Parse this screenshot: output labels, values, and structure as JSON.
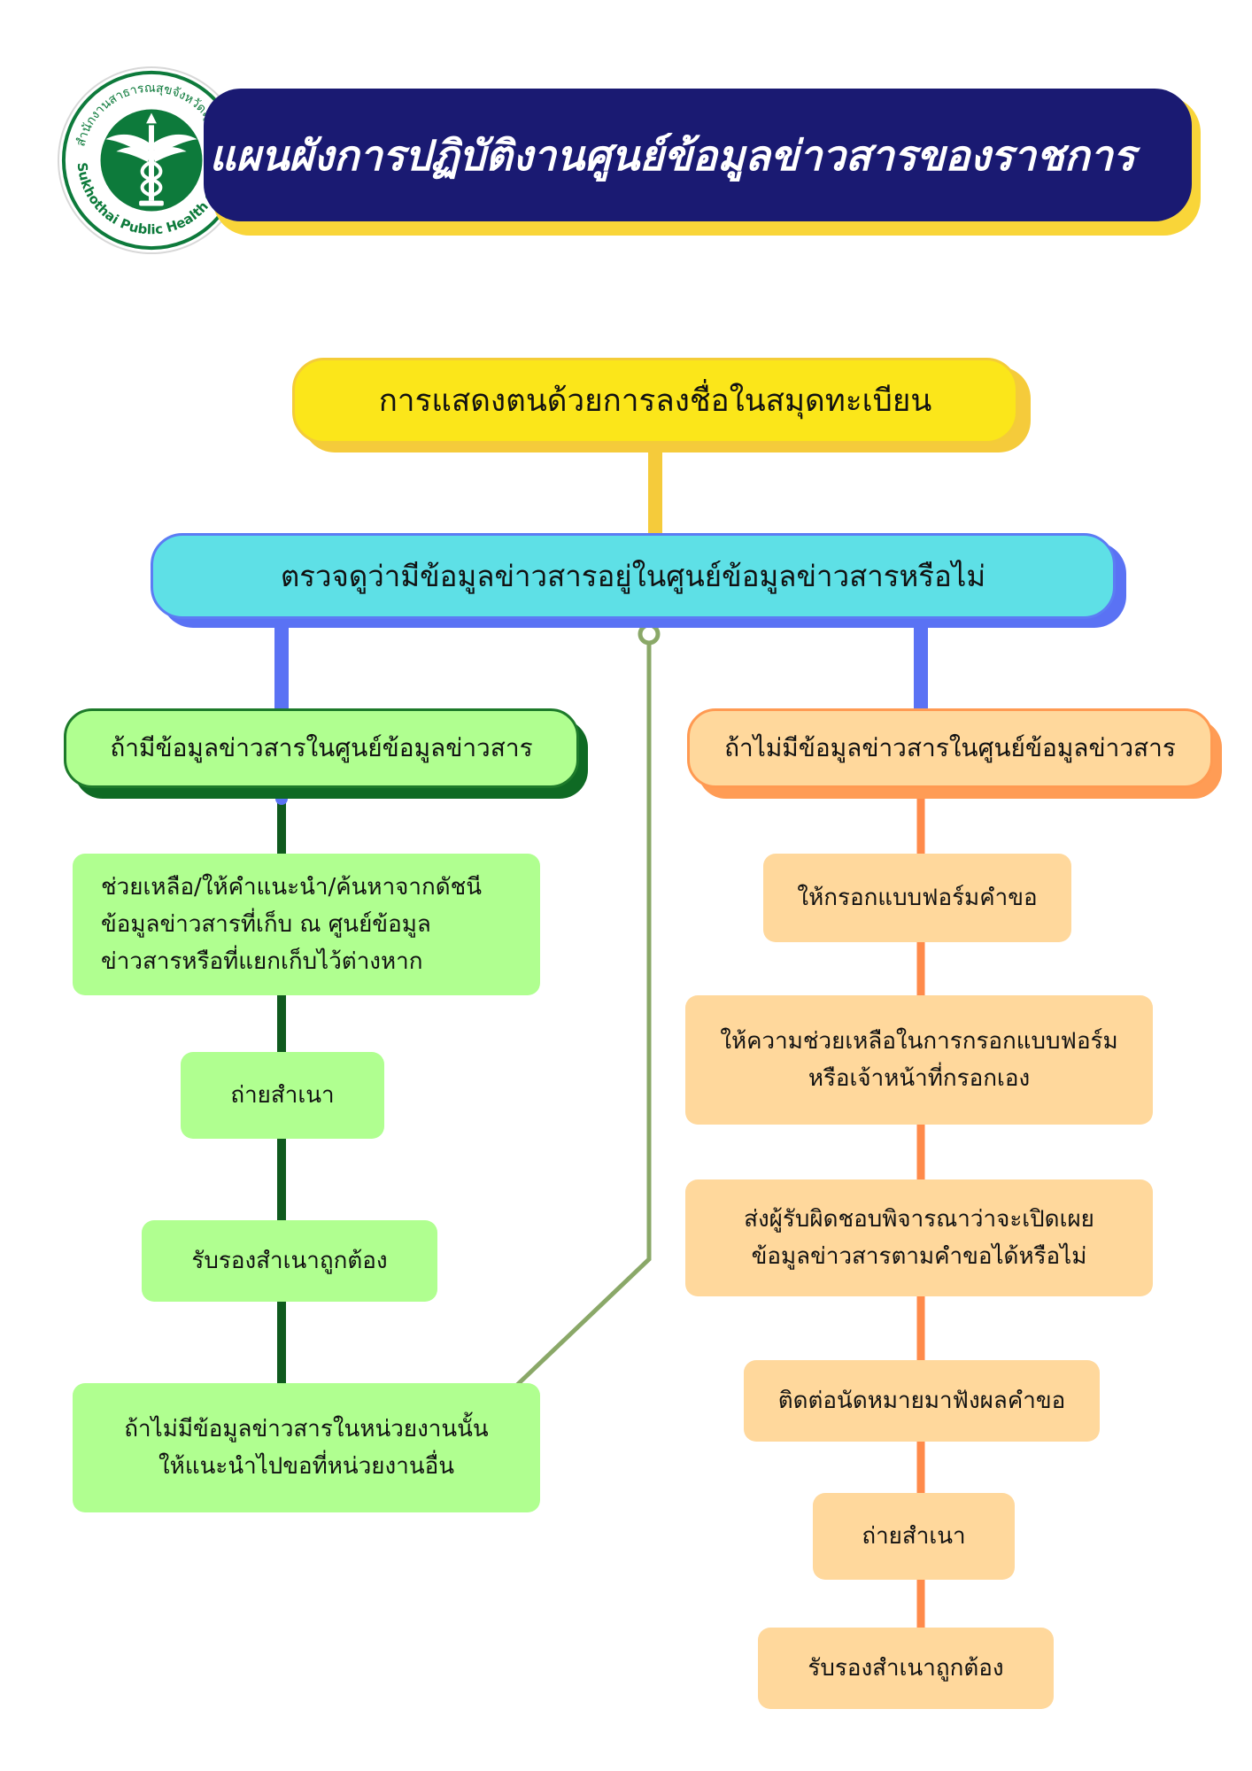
{
  "header": {
    "title": "แผนผังการปฏิบัติงานศูนย์ข้อมูลข่าวสารของราชการ",
    "logo_text_top": "สำนักงานสาธารณสุขจังหวัดสุโขทัย",
    "logo_text_bottom": "Sukhothai Public Health Office"
  },
  "colors": {
    "navy": "#1a1a72",
    "yellow": "#fbe61a",
    "cyan": "#5ee0e6",
    "blue": "#5a72f4",
    "green_light": "#b0ff90",
    "green_dark": "#0f6a24",
    "orange_light": "#ffd89c",
    "orange": "#ff9c55",
    "olive_line": "#8aa868"
  },
  "nodes": {
    "start": "การแสดงตนด้วยการลงชื่อในสมุดทะเบียน",
    "check": "ตรวจดูว่ามีข้อมูลข่าวสารอยู่ในศูนย์ข้อมูลข่าวสารหรือไม่",
    "yes_branch": "ถ้ามีข้อมูลข่าวสารในศูนย์ข้อมูลข่าวสาร",
    "no_branch": "ถ้าไม่มีข้อมูลข่าวสารในศูนย์ข้อมูลข่าวสาร",
    "left_steps": [
      "ช่วยเหลือ/ให้คำแนะนำ/ค้นหาจากดัชนี\nข้อมูลข่าวสารที่เก็บ ณ ศูนย์ข้อมูล\nข่าวสารหรือที่แยกเก็บไว้ต่างหาก",
      "ถ่ายสำเนา",
      "รับรองสำเนาถูกต้อง",
      "ถ้าไม่มีข้อมูลข่าวสารในหน่วยงานนั้น\nให้แนะนำไปขอที่หน่วยงานอื่น"
    ],
    "right_steps": [
      "ให้กรอกแบบฟอร์มคำขอ",
      "ให้ความช่วยเหลือในการกรอกแบบฟอร์ม\nหรือเจ้าหน้าที่กรอกเอง",
      "ส่งผู้รับผิดชอบพิจารณาว่าจะเปิดเผย\nข้อมูลข่าวสารตามคำขอได้หรือไม่",
      "ติดต่อนัดหมายมาฟังผลคำขอ",
      "ถ่ายสำเนา",
      "รับรองสำเนาถูกต้อง"
    ]
  }
}
